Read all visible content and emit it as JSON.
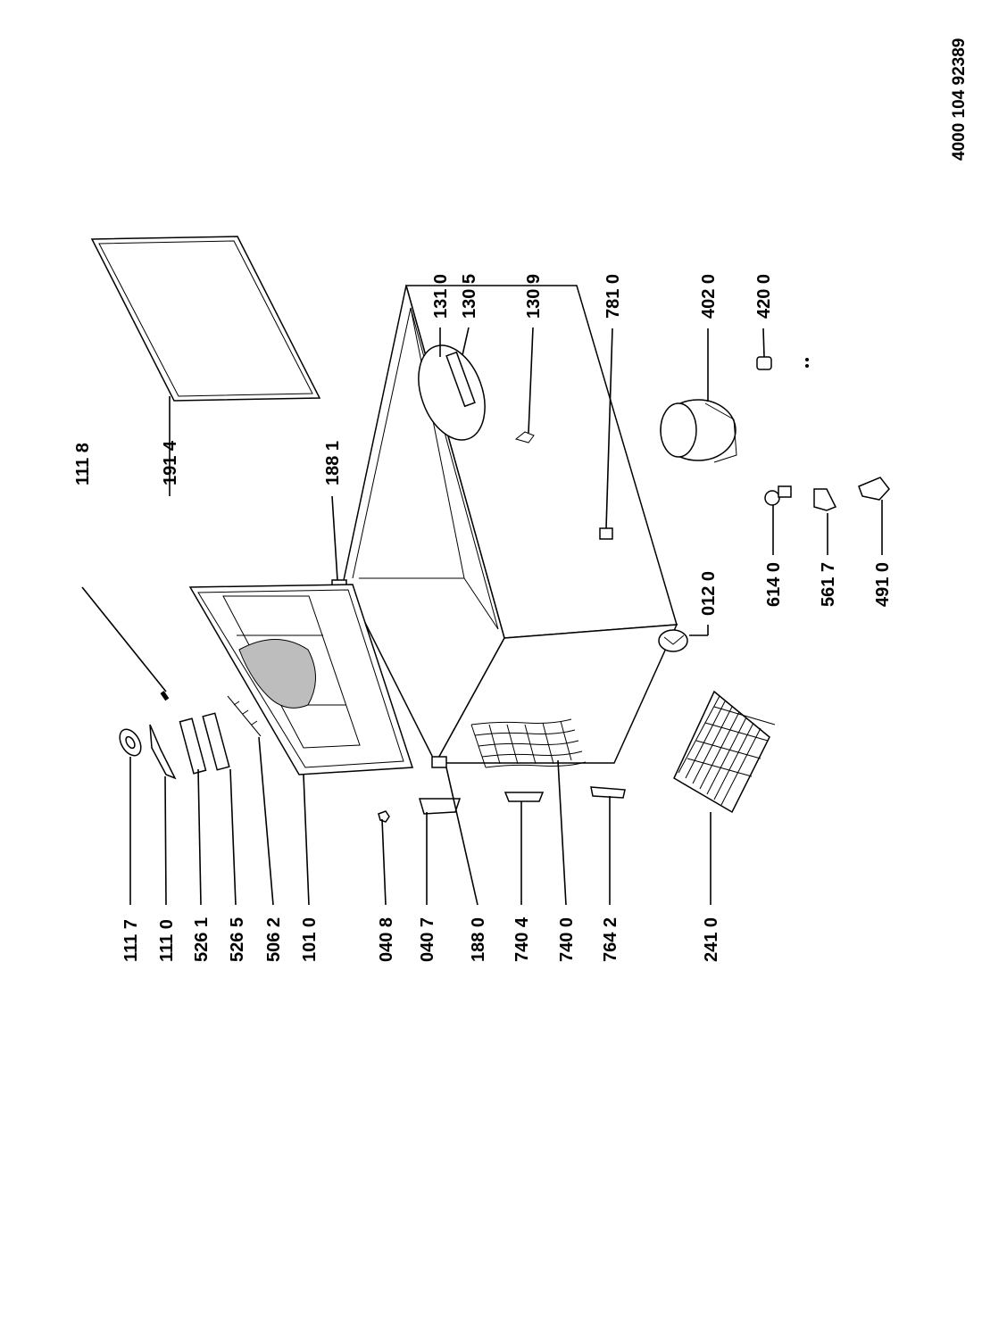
{
  "document_number": "4000 104 92389",
  "parts": {
    "p1117": "111 7",
    "p1110": "111 0",
    "p5261": "526 1",
    "p5265": "526 5",
    "p5062": "506 2",
    "p1010": "101 0",
    "p0408": "040 8",
    "p0407": "040 7",
    "p1880": "188 0",
    "p7404": "740 4",
    "p7400": "740 0",
    "p7642": "764 2",
    "p2410": "241 0",
    "p1118": "111 8",
    "p1914": "191 4",
    "p1881": "188 1",
    "p1310": "131 0",
    "p1305": "130 5",
    "p1309": "130 9",
    "p7810": "781 0",
    "p4020": "402 0",
    "p4200": "420 0",
    "p0120": "012 0",
    "p6140": "614 0",
    "p5617": "561 7",
    "p4910": "491 0"
  }
}
